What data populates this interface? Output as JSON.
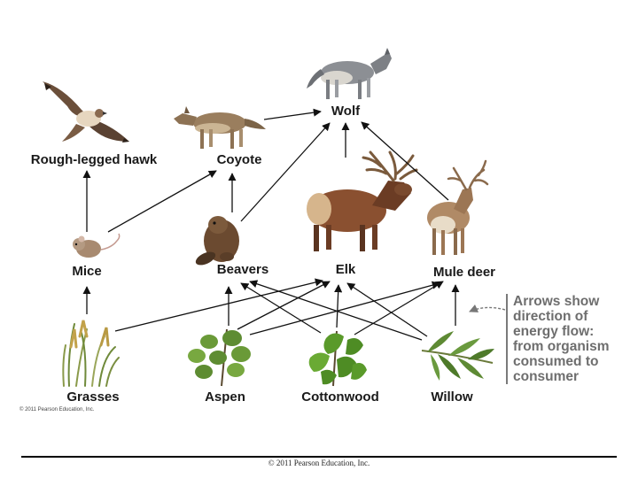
{
  "organisms": {
    "wolf": "Wolf",
    "hawk": "Rough-legged hawk",
    "coyote": "Coyote",
    "mice": "Mice",
    "beavers": "Beavers",
    "elk": "Elk",
    "mule_deer": "Mule deer",
    "grasses": "Grasses",
    "aspen": "Aspen",
    "cottonwood": "Cottonwood",
    "willow": "Willow"
  },
  "legend": {
    "lines": [
      "Arrows show",
      "direction of",
      "energy flow:",
      "from organism",
      "consumed to",
      "consumer"
    ]
  },
  "small_copyright": "© 2011 Pearson Education, Inc.",
  "footer": "© 2011 Pearson Education, Inc.",
  "colors": {
    "arrow": "#111111",
    "legend_text": "#6e6e6e"
  }
}
